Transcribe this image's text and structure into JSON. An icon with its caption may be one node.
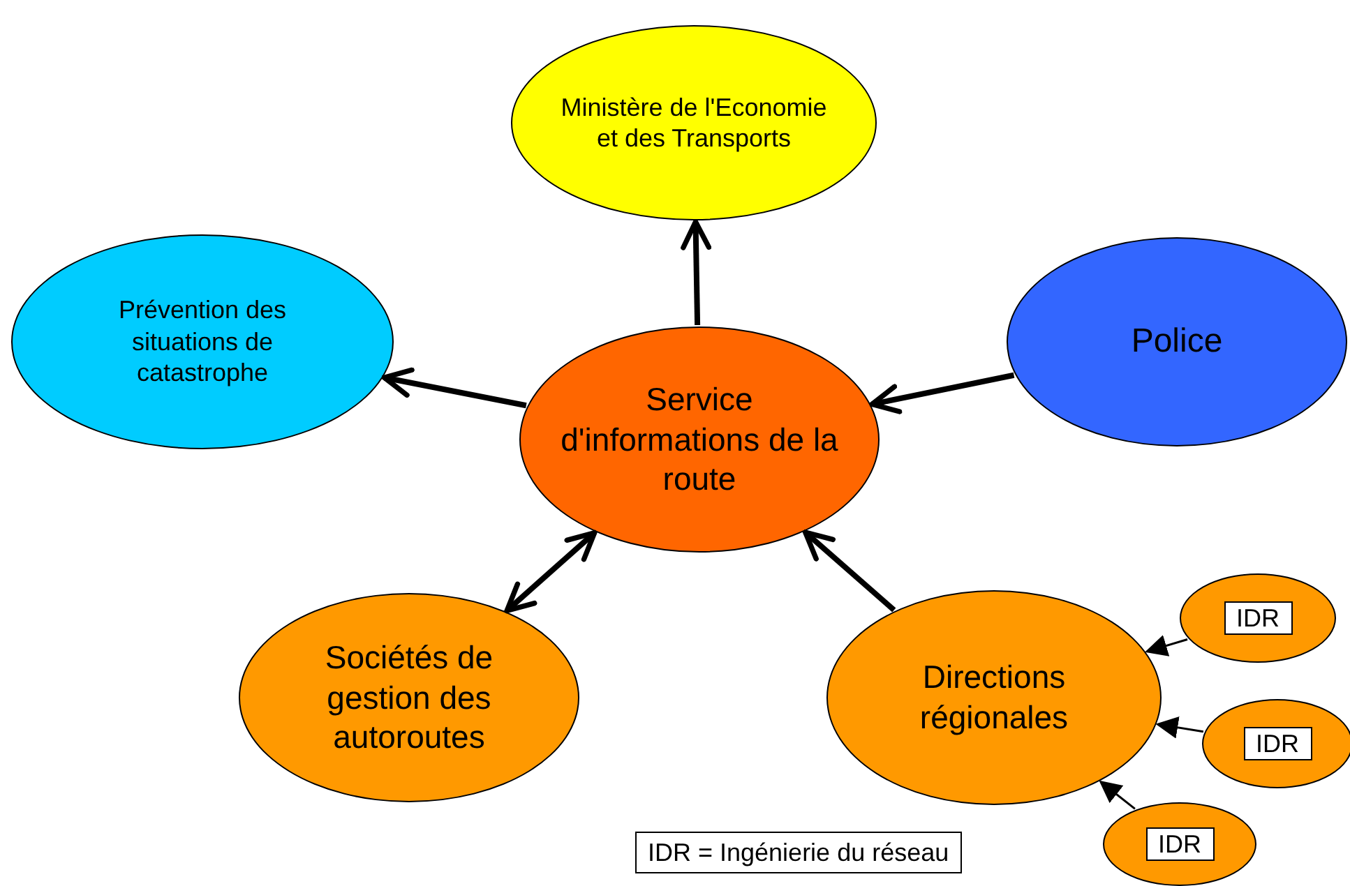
{
  "diagram": {
    "nodes": [
      {
        "text": [
          "Ministère de l'Economie et des Transports"
        ]
      },
      {
        "text": [
          "Prévention des situations de catastrophe"
        ]
      },
      {
        "text": [
          "Police"
        ]
      },
      {
        "text": [
          "Service d'informations de la route"
        ]
      },
      {
        "text": [
          "Sociétés de gestion des autoroutes"
        ]
      },
      {
        "text": [
          "Directions régionales"
        ]
      },
      {
        "text": [
          "IDR"
        ]
      },
      {
        "text": [
          "IDR"
        ]
      },
      {
        "text": [
          "IDR"
        ]
      }
    ],
    "edges": [
      {
        "from": 3,
        "to": 0,
        "arrow": "to"
      },
      {
        "from": 3,
        "to": 1,
        "arrow": "to"
      },
      {
        "from": 2,
        "to": 3,
        "arrow": "to"
      },
      {
        "from": 3,
        "to": 4,
        "arrow": "both"
      },
      {
        "from": 5,
        "to": 3,
        "arrow": "to"
      },
      {
        "from": 6,
        "to": 5,
        "arrow": "to"
      },
      {
        "from": 7,
        "to": 5,
        "arrow": "to"
      },
      {
        "from": 8,
        "to": 5,
        "arrow": "to"
      }
    ],
    "labels": [
      "IDR = Ingénierie du réseau"
    ]
  }
}
